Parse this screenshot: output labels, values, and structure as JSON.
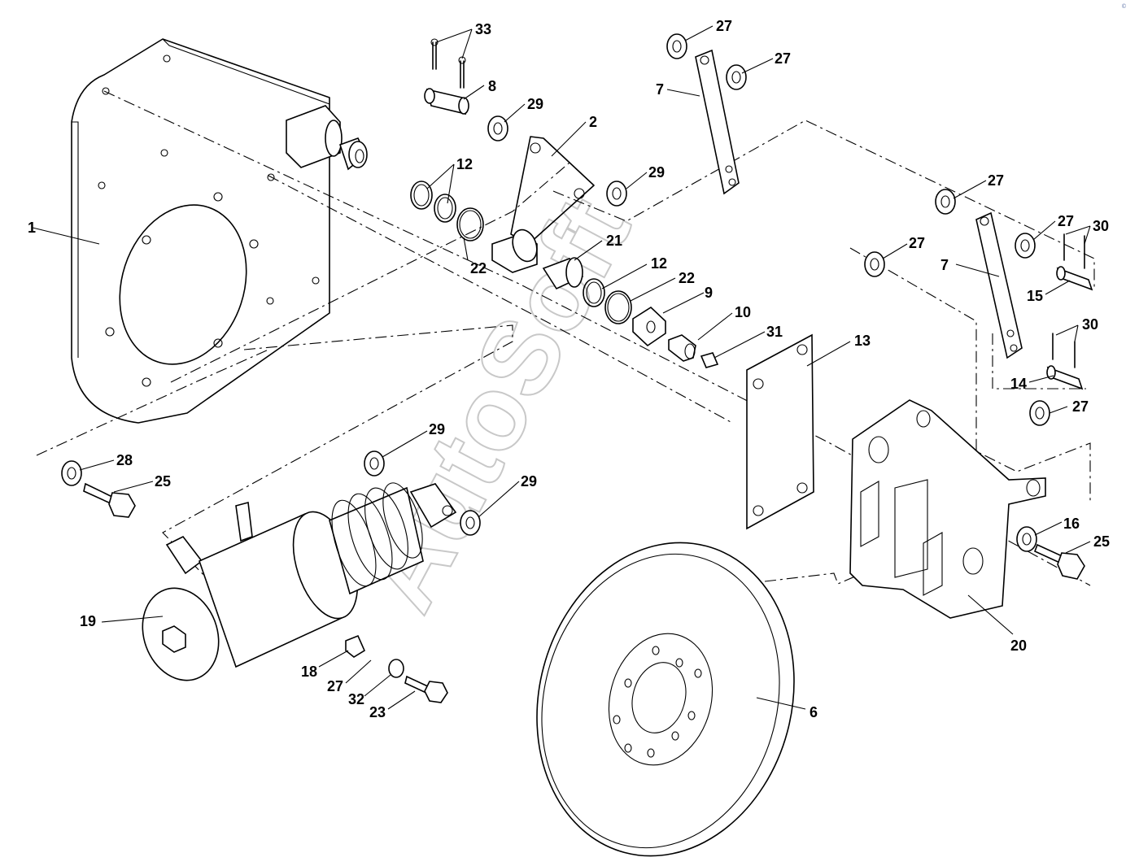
{
  "watermark": "AutoSoft",
  "corner_mark": "©",
  "callouts": [
    "33",
    "8",
    "29",
    "2",
    "27",
    "27",
    "7",
    "12",
    "29",
    "27",
    "27",
    "30",
    "1",
    "22",
    "21",
    "12",
    "22",
    "9",
    "10",
    "31",
    "27",
    "7",
    "15",
    "30",
    "13",
    "14",
    "27",
    "29",
    "28",
    "25",
    "29",
    "16",
    "25",
    "19",
    "18",
    "27",
    "32",
    "23",
    "20",
    "6"
  ]
}
